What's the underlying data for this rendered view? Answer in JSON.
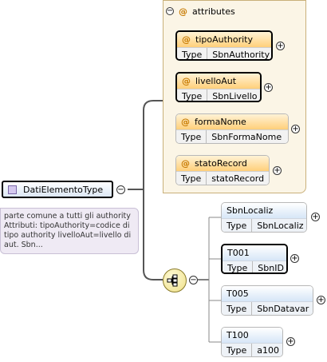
{
  "root": {
    "name": "DatiElementoType",
    "documentation": "parte comune a tutti gli authority Attributi: tipoAuthority=codice di tipo authority livelloAut=livello di aut. Sbn..."
  },
  "attributes_group": {
    "label": "attributes",
    "at_symbol": "@",
    "items": [
      {
        "name": "tipoAuthority",
        "type_label": "Type",
        "type": "SbnAuthority",
        "required": true
      },
      {
        "name": "livelloAut",
        "type_label": "Type",
        "type": "SbnLivello",
        "required": true
      },
      {
        "name": "formaNome",
        "type_label": "Type",
        "type": "SbnFormaNome",
        "required": false
      },
      {
        "name": "statoRecord",
        "type_label": "Type",
        "type": "statoRecord",
        "required": false
      }
    ]
  },
  "sequence": {
    "icon": "sequence-compositor-icon",
    "children": [
      {
        "name": "SbnLocaliz",
        "type_label": "Type",
        "type": "SbnLocaliz",
        "required": false
      },
      {
        "name": "T001",
        "type_label": "Type",
        "type": "SbnID",
        "required": true
      },
      {
        "name": "T005",
        "type_label": "Type",
        "type": "SbnDatavar",
        "required": false
      },
      {
        "name": "T100",
        "type_label": "Type",
        "type": "a100",
        "required": false
      }
    ]
  },
  "symbols": {
    "collapse": "−",
    "expand": "+"
  }
}
